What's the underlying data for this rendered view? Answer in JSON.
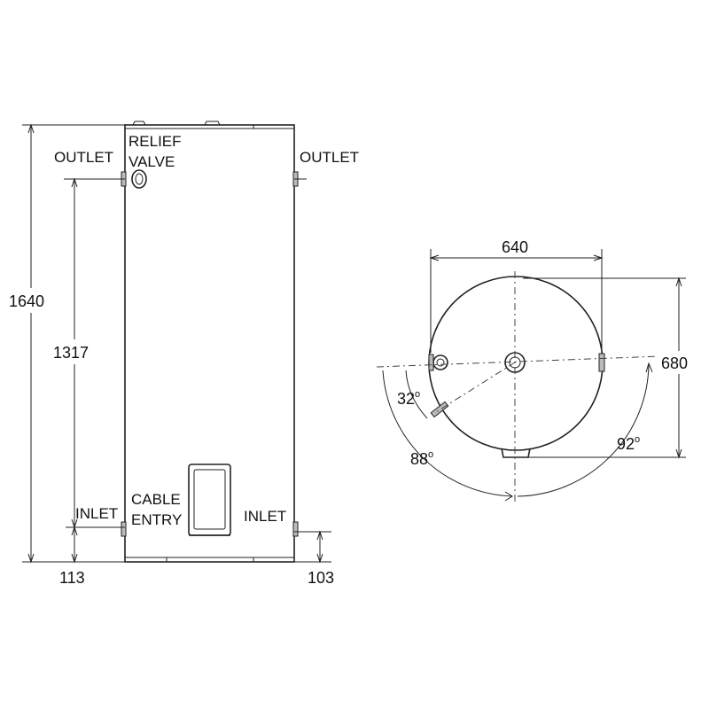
{
  "side_view": {
    "labels": {
      "outlet_left": "OUTLET",
      "outlet_right": "OUTLET",
      "relief_line1": "RELIEF",
      "relief_line2": "VALVE",
      "cable_line1": "CABLE",
      "cable_line2": "ENTRY",
      "inlet_left": "INLET",
      "inlet_right": "INLET"
    },
    "dimensions": {
      "total_height": "1640",
      "outlet_height": "1317",
      "inlet_left_height": "113",
      "inlet_right_height": "103"
    }
  },
  "top_view": {
    "dimensions": {
      "diameter": "640",
      "depth": "680"
    },
    "angles": {
      "a32": "32",
      "a88": "88",
      "a92": "92"
    },
    "degree_symbol": "o"
  }
}
